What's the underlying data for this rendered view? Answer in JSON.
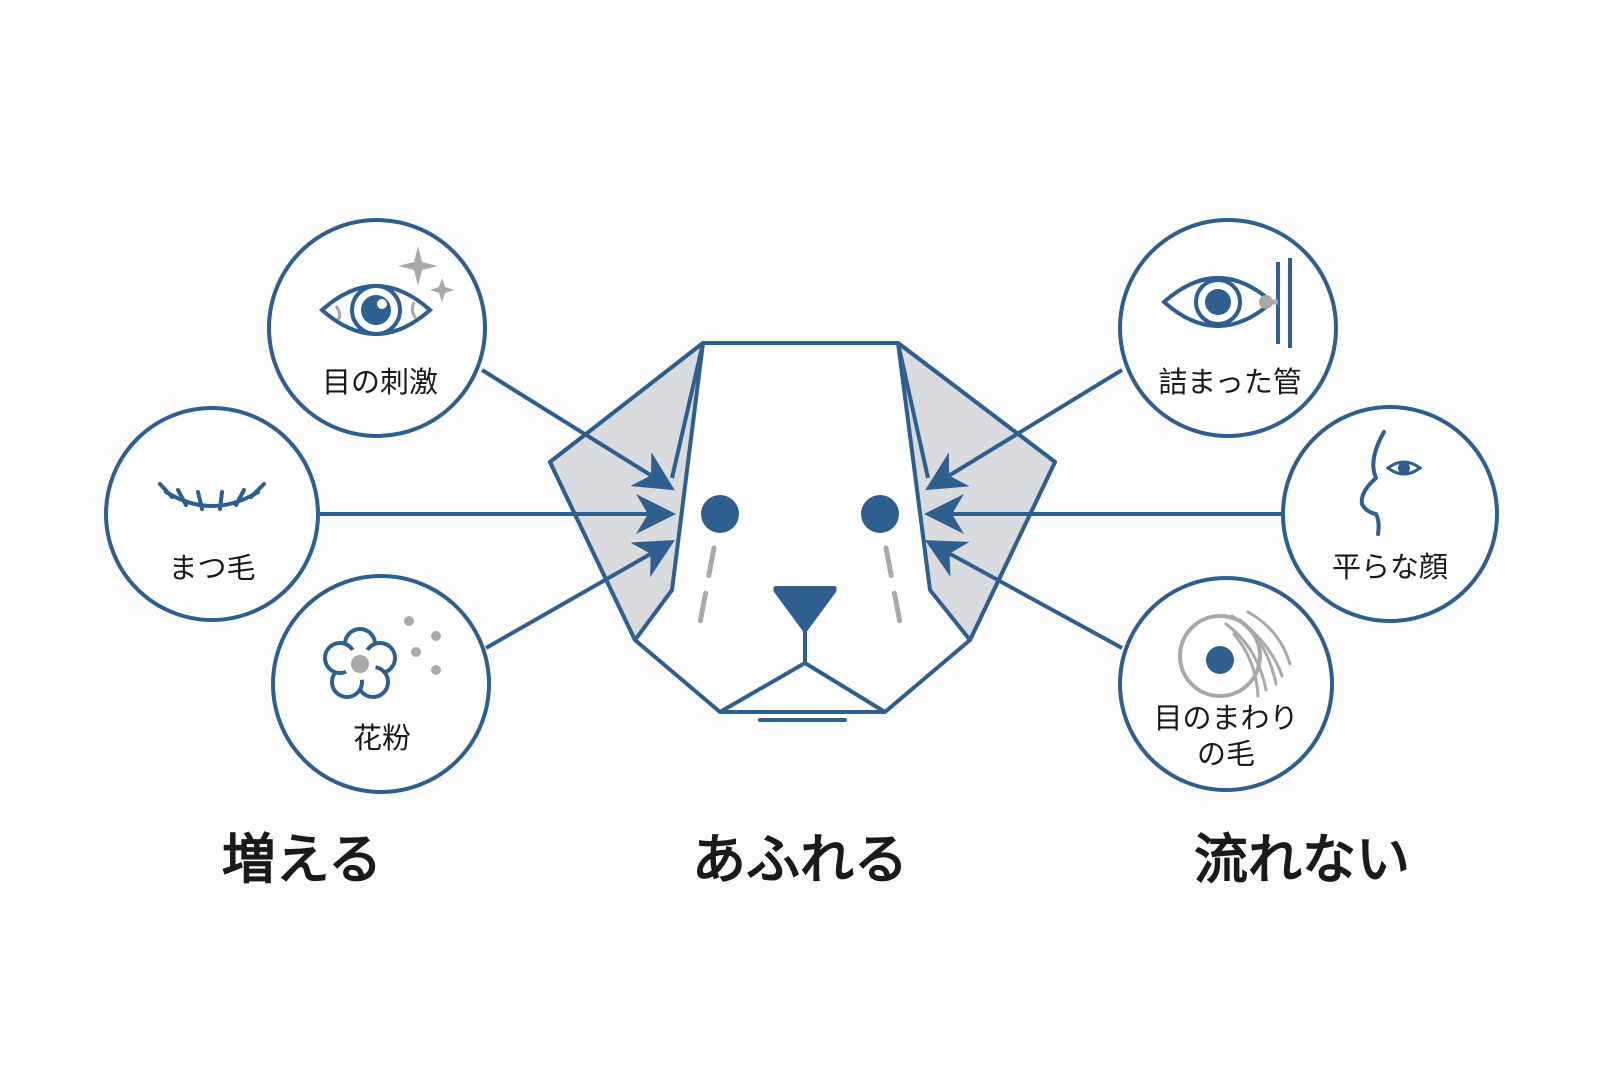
{
  "colors": {
    "primary": "#2f5f8f",
    "gray": "#a9a9a9",
    "light_gray": "#d9dbdf",
    "text": "#1a1a1a",
    "background": "#fcfcfc"
  },
  "causes_left": [
    {
      "label": "目の刺激",
      "icon": "irritated-eye-icon"
    },
    {
      "label": "まつ毛",
      "icon": "eyelash-icon"
    },
    {
      "label": "花粉",
      "icon": "pollen-flower-icon"
    }
  ],
  "causes_right": [
    {
      "label": "詰まった管",
      "icon": "blocked-duct-eye-icon"
    },
    {
      "label": "平らな顔",
      "icon": "flat-face-profile-icon"
    },
    {
      "label_line1": "目のまわり",
      "label_line2": "の毛",
      "icon": "hair-around-eye-icon"
    }
  ],
  "center_icon": "dog-face-tears-icon",
  "bottom_labels": {
    "left": "増える",
    "center": "あふれる",
    "right": "流れない"
  }
}
